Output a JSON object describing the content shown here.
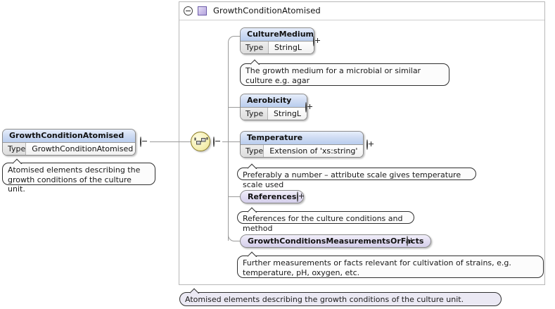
{
  "diagram": {
    "type": "xsd-element-tree",
    "root_element": {
      "name": "GrowthConditionAtomised",
      "type_label": "Type",
      "type_value": "GrowthConditionAtomised",
      "annotation": "Atomised elements describing the growth conditions of the culture unit.",
      "toggle": "minus-circle-icon"
    },
    "compositor": {
      "kind": "sequence",
      "icon": "sequence-icon",
      "toggle": "minus-circle-icon"
    },
    "group_box": {
      "title": "GrowthConditionAtomised",
      "toggle": "minus-circle-icon",
      "glyph": "complex-type-square-icon",
      "annotation": "Atomised elements describing the growth conditions of the culture unit."
    },
    "children": [
      {
        "name": "CultureMedium",
        "shape": "box",
        "type_label": "Type",
        "type_value": "StringL",
        "toggle": "plus-circle-icon",
        "annotation": "The growth medium for a microbial or similar culture e.g. agar"
      },
      {
        "name": "Aerobicity",
        "shape": "box",
        "type_label": "Type",
        "type_value": "StringL",
        "toggle": "plus-circle-icon",
        "annotation": ""
      },
      {
        "name": "Temperature",
        "shape": "box",
        "type_label": "Type",
        "type_value": "Extension of 'xs:string'",
        "toggle": "plus-circle-icon",
        "annotation": "Preferably a number – attribute scale gives temperature scale used"
      },
      {
        "name": "References",
        "shape": "pill",
        "toggle": "plus-circle-icon",
        "annotation": "References for the culture conditions and method"
      },
      {
        "name": "GrowthConditionsMeasurementsOrFacts",
        "shape": "pill",
        "toggle": "plus-circle-icon",
        "annotation": "Further measurements or facts relevant for cultivation of strains, e.g. temperature, pH, oxygen, etc."
      }
    ]
  },
  "colors": {
    "element_header": "#cfdcf3",
    "pill_fill": "#e2ddf2",
    "sequence_node": "#f6f0b4",
    "complex_type_glyph": "#c9bce8",
    "connector": "#9a9a9a",
    "container_border": "#b8b8b8",
    "bubble_border": "#2f2f2f"
  }
}
